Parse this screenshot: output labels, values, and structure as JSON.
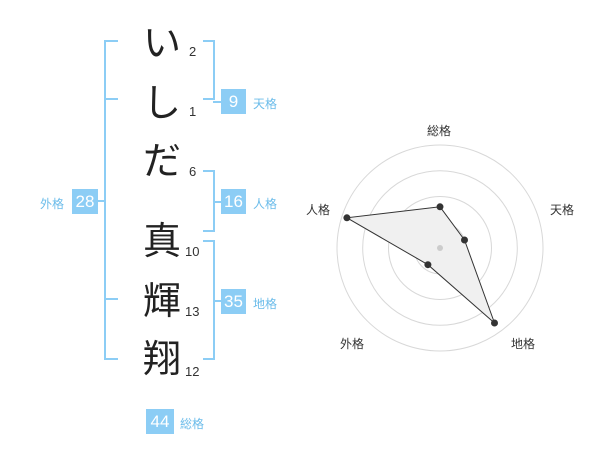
{
  "name_chars": [
    {
      "char": "い",
      "strokes": "2"
    },
    {
      "char": "し",
      "strokes": "1"
    },
    {
      "char": "だ",
      "strokes": "6"
    },
    {
      "char": "真",
      "strokes": "10"
    },
    {
      "char": "輝",
      "strokes": "13"
    },
    {
      "char": "翔",
      "strokes": "12"
    }
  ],
  "fortunes": {
    "tenkaku": {
      "value": "9",
      "label": "天格"
    },
    "jinkaku": {
      "value": "16",
      "label": "人格"
    },
    "chikaku": {
      "value": "35",
      "label": "地格"
    },
    "gaikaku": {
      "value": "28",
      "label": "外格"
    },
    "soukaku": {
      "value": "44",
      "label": "総格"
    }
  },
  "colors": {
    "accent": "#8ccdf5",
    "label": "#6bbcea",
    "text": "#222222"
  },
  "chart_data": {
    "type": "radar",
    "axes": [
      "総格",
      "天格",
      "地格",
      "外格",
      "人格"
    ],
    "values": [
      0.4,
      0.25,
      0.9,
      0.2,
      0.95
    ],
    "rings": 4,
    "max": 1
  }
}
